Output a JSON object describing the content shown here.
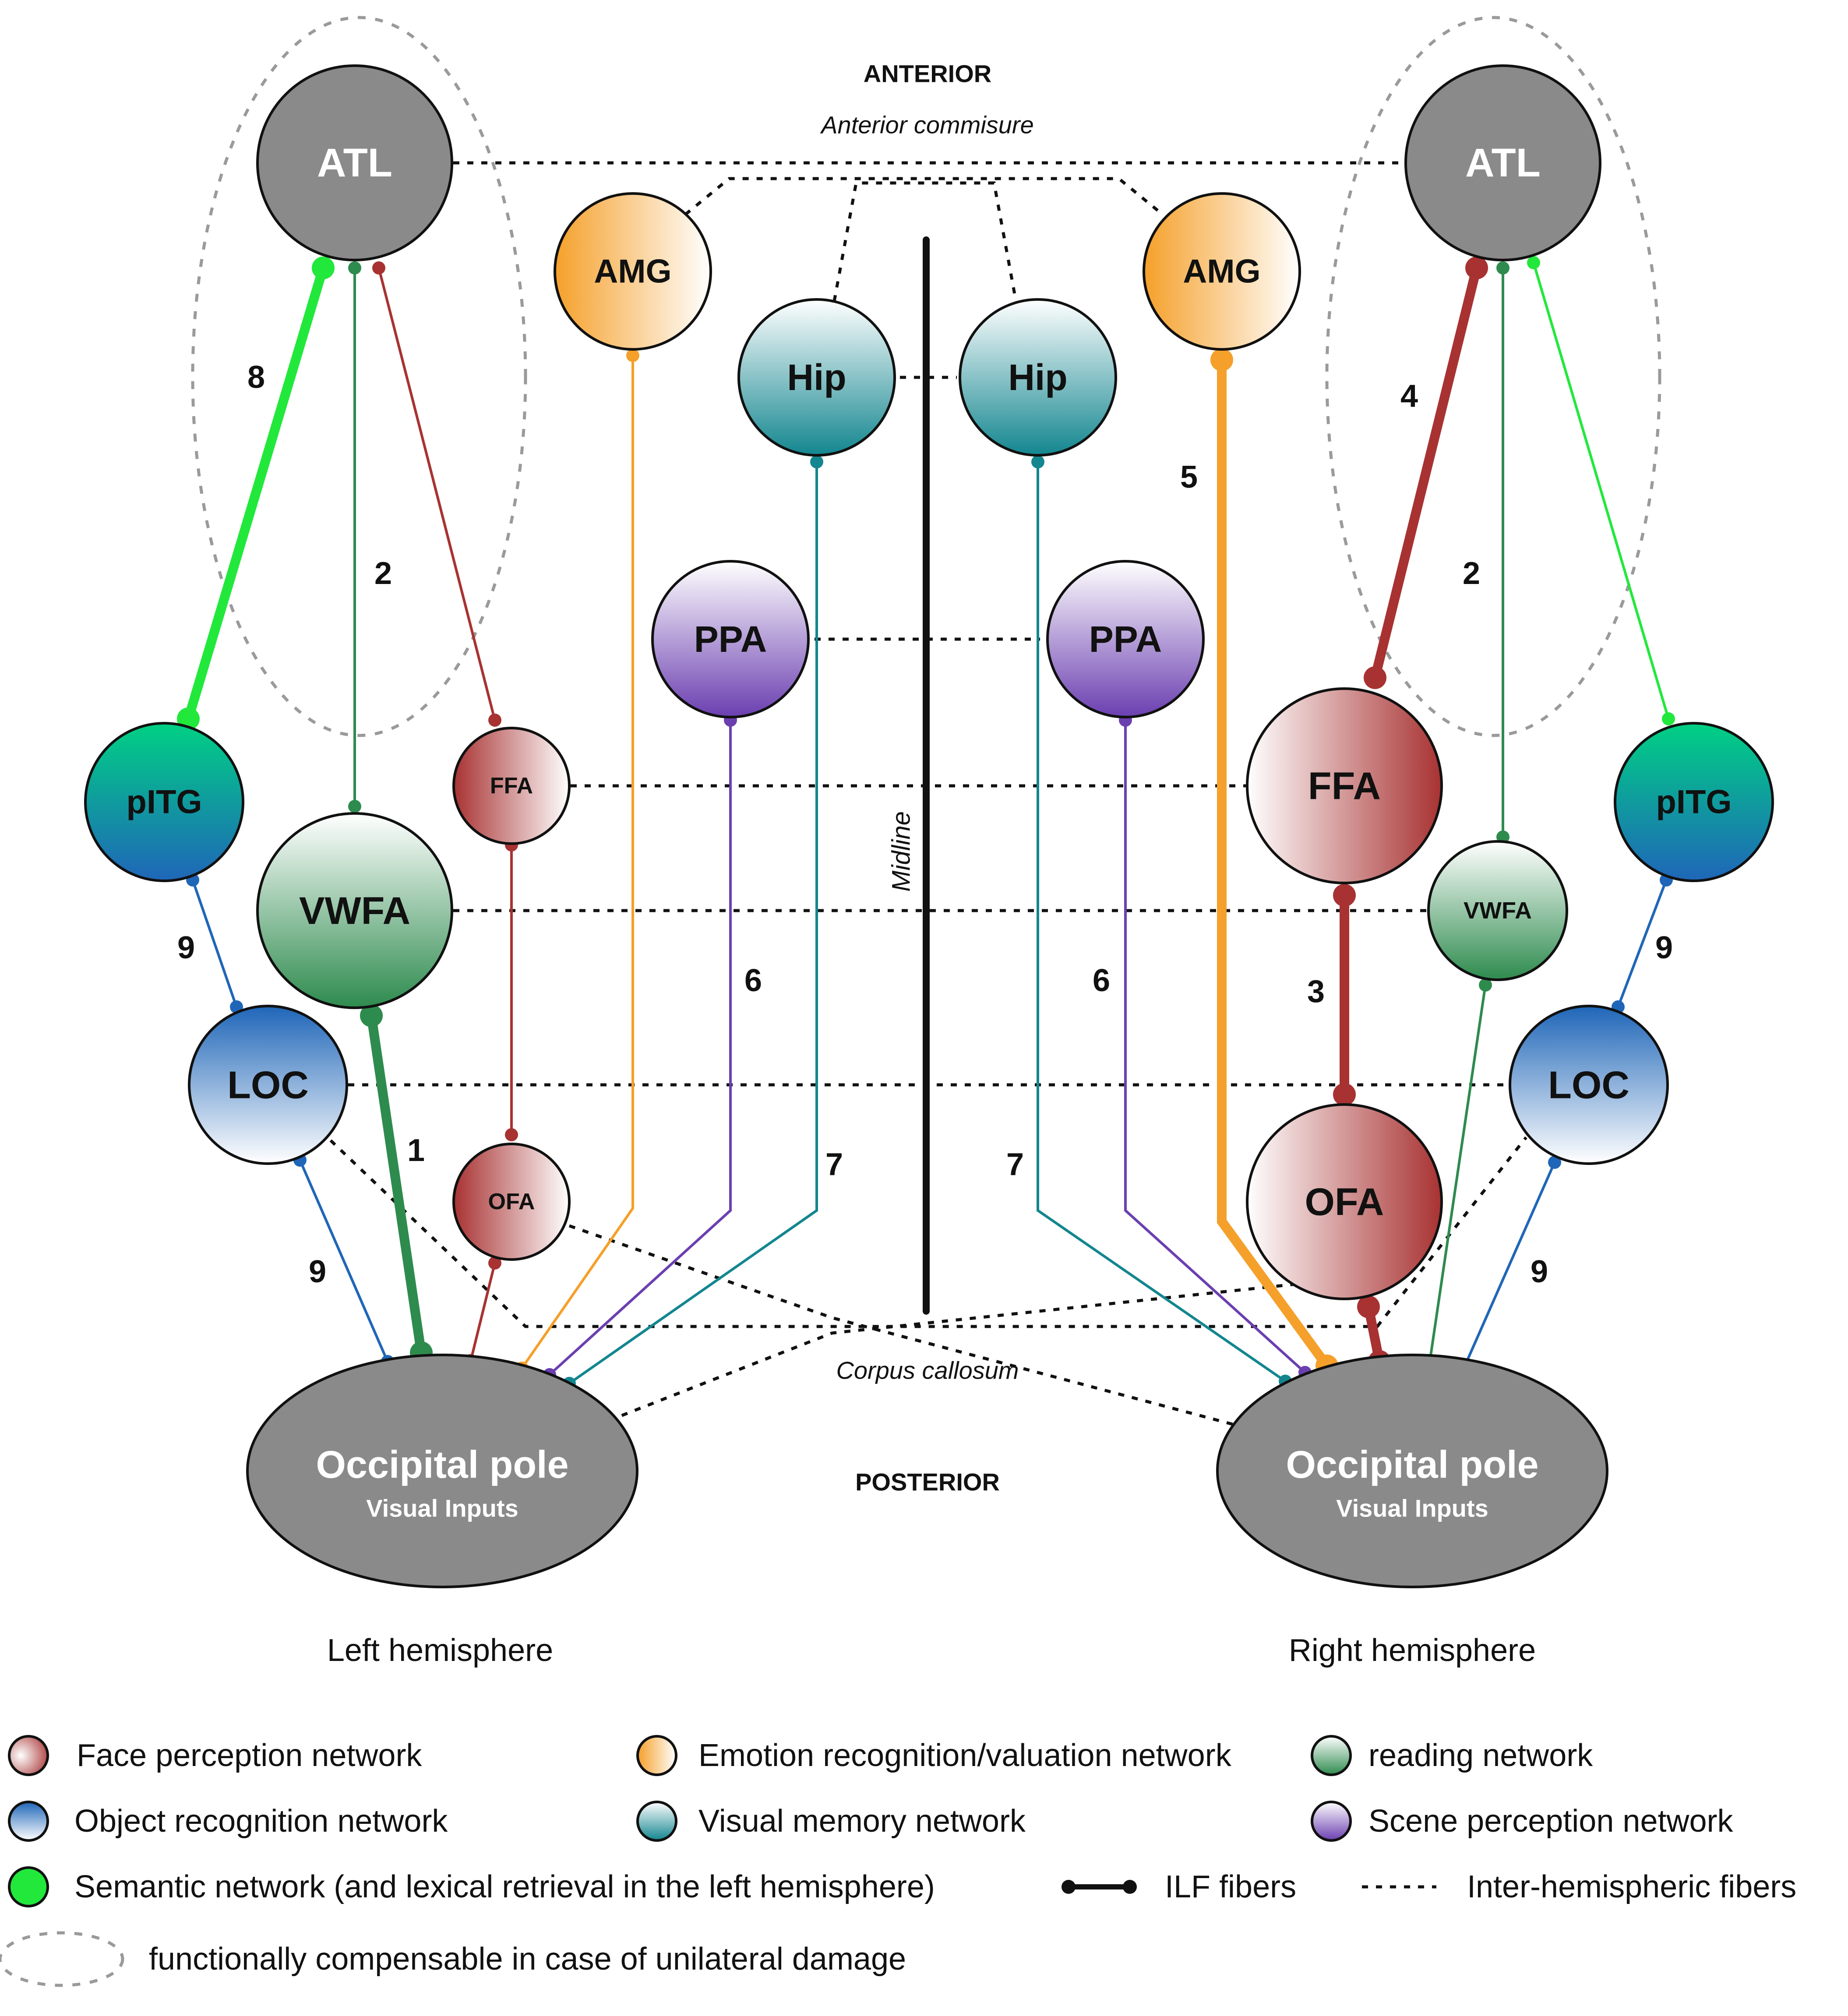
{
  "labels": {
    "anterior": "ANTERIOR",
    "anterior_commisure": "Anterior commisure",
    "posterior": "POSTERIOR",
    "corpus_callosum": "Corpus callosum",
    "midline": "Midline",
    "left_hemisphere": "Left hemisphere",
    "right_hemisphere": "Right hemisphere"
  },
  "nodes": {
    "l_atl": "ATL",
    "r_atl": "ATL",
    "l_amg": "AMG",
    "r_amg": "AMG",
    "l_hip": "Hip",
    "r_hip": "Hip",
    "l_ppa": "PPA",
    "r_ppa": "PPA",
    "l_pitg": "pITG",
    "r_pitg": "pITG",
    "l_ffa": "FFA",
    "r_ffa": "FFA",
    "l_vwfa": "VWFA",
    "r_vwfa": "VWFA",
    "l_loc": "LOC",
    "r_loc": "LOC",
    "l_ofa": "OFA",
    "r_ofa": "OFA",
    "l_occ_title": "Occipital pole",
    "l_occ_sub": "Visual Inputs",
    "r_occ_title": "Occipital pole",
    "r_occ_sub": "Visual Inputs"
  },
  "numbers": {
    "n8": "8",
    "n2_left": "2",
    "n9_left_upper": "9",
    "n1": "1",
    "n9_left_lower": "9",
    "n6_left": "6",
    "n7_left": "7",
    "n7_right": "7",
    "n6_right": "6",
    "n5": "5",
    "n4": "4",
    "n2_right": "2",
    "n9_right_upper": "9",
    "n3": "3",
    "n9_right_lower": "9"
  },
  "legend": {
    "face": "Face perception network",
    "emotion": "Emotion recognition/valuation network",
    "reading": "reading network",
    "object": "Object recognition network",
    "memory": "Visual memory network",
    "scene": "Scene perception network",
    "semantic": "Semantic network (and lexical retrieval in the left hemisphere)",
    "ilf": "ILF fibers",
    "inter": "Inter-hemispheric fibers",
    "compensable": "functionally compensable in case of unilateral damage"
  },
  "colors": {
    "face": "#a83232",
    "emotion": "#f5a02a",
    "reading": "#2e8b4e",
    "object": "#1f66b8",
    "memory": "#13868f",
    "scene": "#6b3fb0",
    "semantic": "#22e83c",
    "grey": "#8a8a8a"
  }
}
